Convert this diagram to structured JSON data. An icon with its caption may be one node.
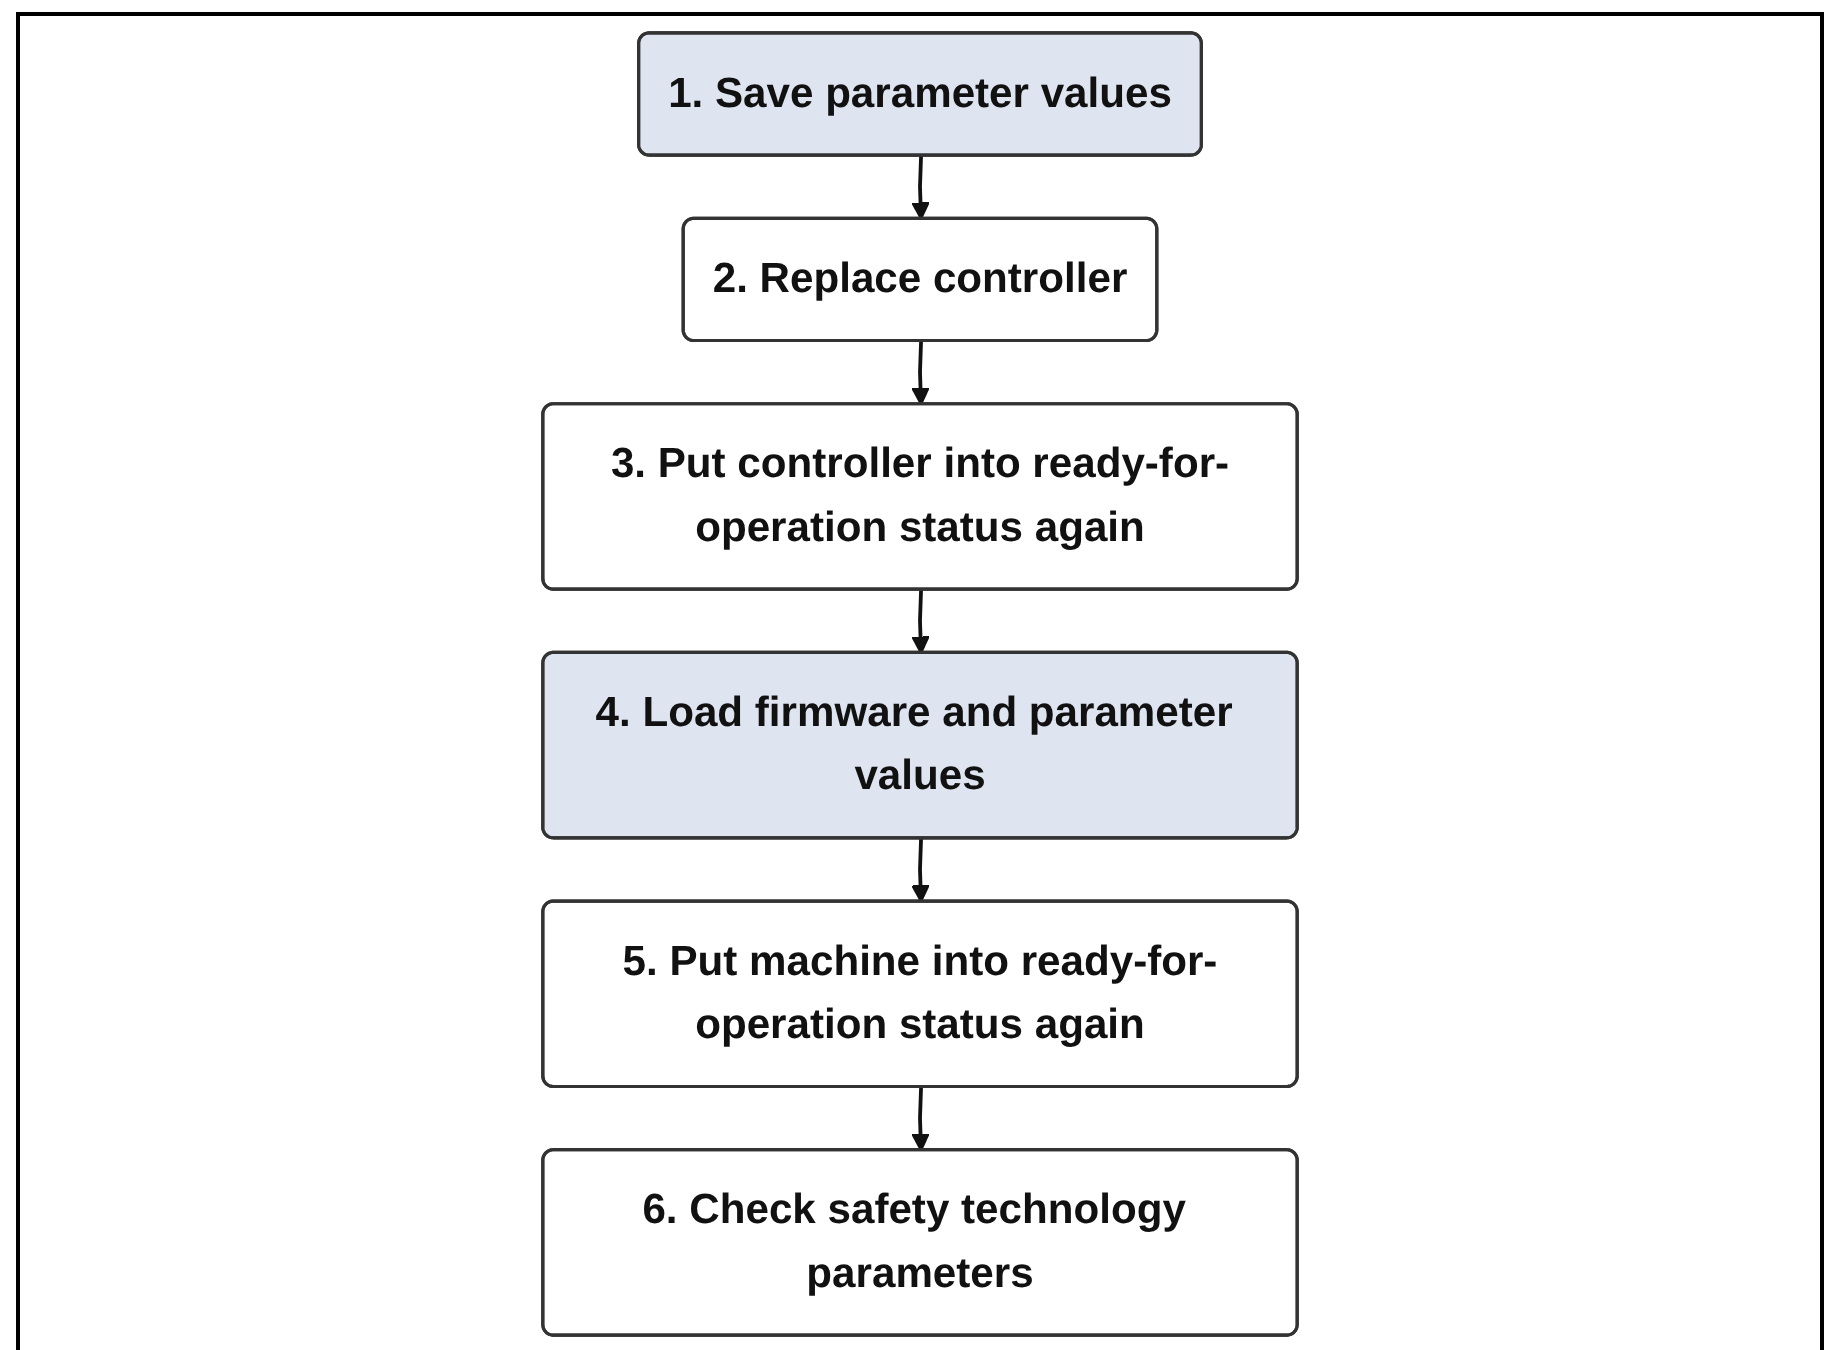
{
  "diagram": {
    "nodes": [
      {
        "text": [
          "1. Save parameter values"
        ]
      },
      {
        "text": [
          "2. Replace controller"
        ]
      },
      {
        "text": [
          "3. Put controller into ready-for-operation status again"
        ]
      },
      {
        "text": [
          "4. Load firmware and parameter values"
        ]
      },
      {
        "text": [
          "5. Put machine into ready-for-operation status again"
        ]
      },
      {
        "text": [
          "6. Check safety technology parameters"
        ]
      }
    ],
    "edges": [
      {
        "from": 0,
        "to": 1,
        "arrow": "to"
      },
      {
        "from": 1,
        "to": 2,
        "arrow": "to"
      },
      {
        "from": 2,
        "to": 3,
        "arrow": "to"
      },
      {
        "from": 3,
        "to": 4,
        "arrow": "to"
      },
      {
        "from": 4,
        "to": 5,
        "arrow": "to"
      }
    ]
  }
}
